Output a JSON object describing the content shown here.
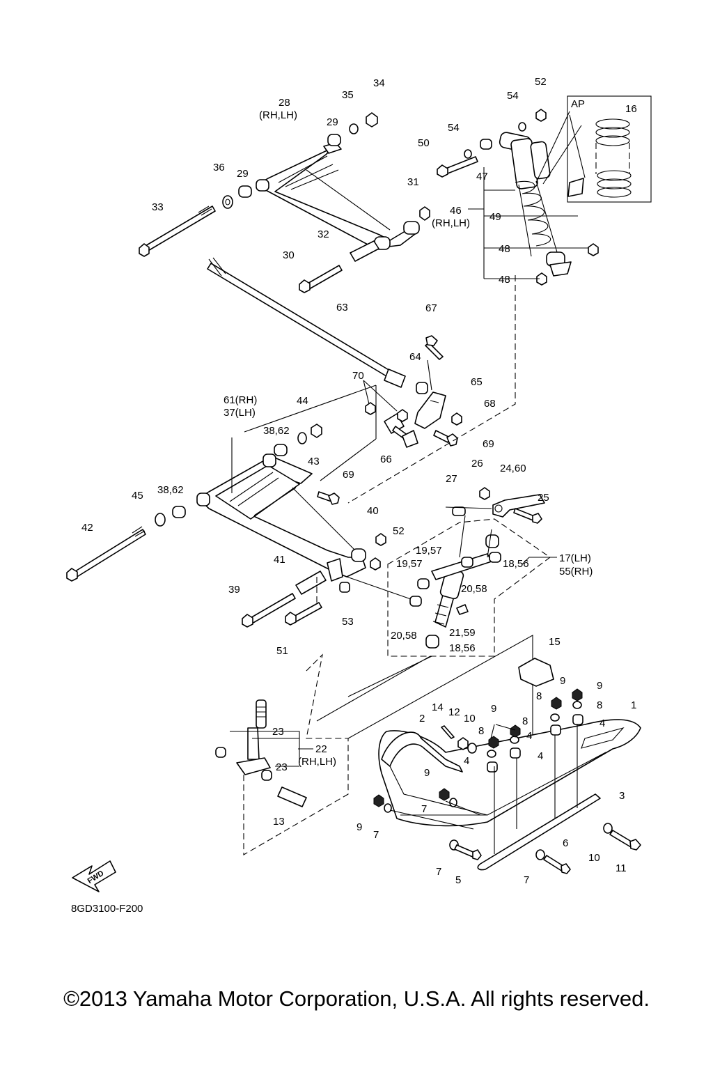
{
  "labels": {
    "p1": "1",
    "p2": "2",
    "p3": "3",
    "p4a": "4",
    "p4b": "4",
    "p4c": "4",
    "p4d": "4",
    "p5": "5",
    "p6": "6",
    "p7a": "7",
    "p7b": "7",
    "p7c": "7",
    "p7d": "7",
    "p8a": "8",
    "p8b": "8",
    "p8c": "8",
    "p8d": "8",
    "p9a": "9",
    "p9b": "9",
    "p9c": "9",
    "p9d": "9",
    "p9e": "9",
    "p10a": "10",
    "p10b": "10",
    "p11": "11",
    "p12": "12",
    "p13": "13",
    "p14": "14",
    "p15": "15",
    "p16": "16",
    "p17": "17(LH)",
    "p55": "55(RH)",
    "p1856a": "18,56",
    "p1856b": "18,56",
    "p1957a": "19,57",
    "p1957b": "19,57",
    "p2058a": "20,58",
    "p2058b": "20,58",
    "p2159": "21,59",
    "p22": "22",
    "p22s": "(RH,LH)",
    "p23a": "23",
    "p23b": "23",
    "p2460": "24,60",
    "p25": "25",
    "p26": "26",
    "p27": "27",
    "p28": "28",
    "p28s": "(RH,LH)",
    "p29a": "29",
    "p29b": "29",
    "p30": "30",
    "p31": "31",
    "p32": "32",
    "p33": "33",
    "p34": "34",
    "p35": "35",
    "p36": "36",
    "p3862a": "38,62",
    "p3862b": "38,62",
    "p39": "39",
    "p40": "40",
    "p41": "41",
    "p42": "42",
    "p43": "43",
    "p44": "44",
    "p45": "45",
    "p46": "46",
    "p46s": "(RH,LH)",
    "p47": "47",
    "p48a": "48",
    "p48b": "48",
    "p49": "49",
    "p50": "50",
    "p51": "51",
    "p52a": "52",
    "p52b": "52",
    "p53": "53",
    "p54a": "54",
    "p54b": "54",
    "p61": "61(RH)",
    "p37": "37(LH)",
    "p63": "63",
    "p64": "64",
    "p65": "65",
    "p66": "66",
    "p67": "67",
    "p68": "68",
    "p69a": "69",
    "p69b": "69",
    "p70": "70",
    "ap": "AP",
    "fwd": "FWD"
  },
  "figure_code": "8GD3100-F200",
  "copyright": "©2013 Yamaha Motor Corporation, U.S.A. All rights reserved."
}
